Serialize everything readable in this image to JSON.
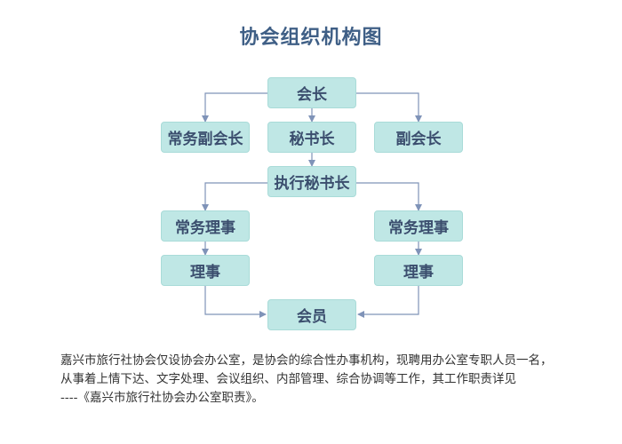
{
  "title": "协会组织机构图",
  "nodes": {
    "president": "会长",
    "executive_vice_president": "常务副会长",
    "secretary_general": "秘书长",
    "vice_president": "副会长",
    "executive_secretary_general": "执行秘书长",
    "executive_director_left": "常务理事",
    "executive_director_right": "常务理事",
    "director_left": "理事",
    "director_right": "理事",
    "member": "会员"
  },
  "description": {
    "line1": "嘉兴市旅行社协会仅设协会办公室，是协会的综合性办事机构，现聘用办公室专职人员一名，",
    "line2": "从事着上情下达、文字处理、会议组织、内部管理、综合协调等工作，其工作职责详见",
    "line3": "----《嘉兴市旅行社协会办公室职责》。"
  },
  "colors": {
    "box_fill": "#bfe7e5",
    "box_text": "#3b4e6e",
    "connector": "#7f93b8",
    "title": "#3f5f86"
  }
}
